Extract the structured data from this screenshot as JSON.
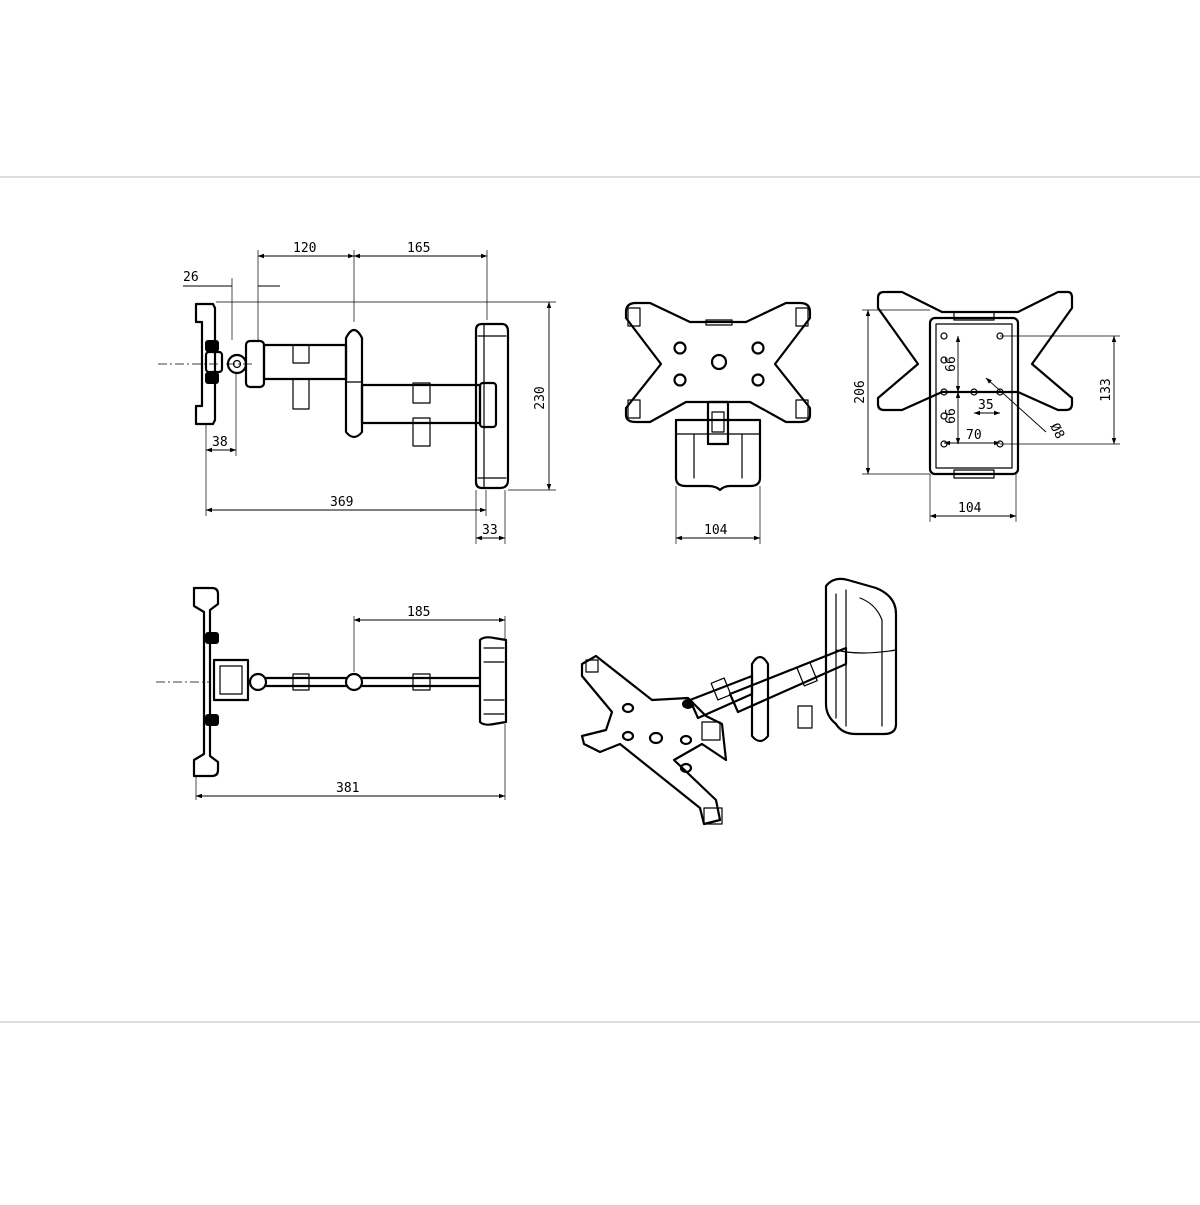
{
  "drawing": {
    "front_view": {
      "dim_26": "26",
      "dim_120": "120",
      "dim_165": "165",
      "dim_230": "230",
      "dim_38": "38",
      "dim_369": "369",
      "dim_33": "33"
    },
    "back_view": {
      "dim_104": "104"
    },
    "wall_plate_view": {
      "dim_206": "206",
      "dim_66_top": "66",
      "dim_66_bottom": "66",
      "dim_35": "35",
      "dim_70": "70",
      "dim_hole": "Ø8",
      "dim_133": "133",
      "dim_104": "104"
    },
    "top_view": {
      "dim_185": "185",
      "dim_381": "381"
    }
  }
}
